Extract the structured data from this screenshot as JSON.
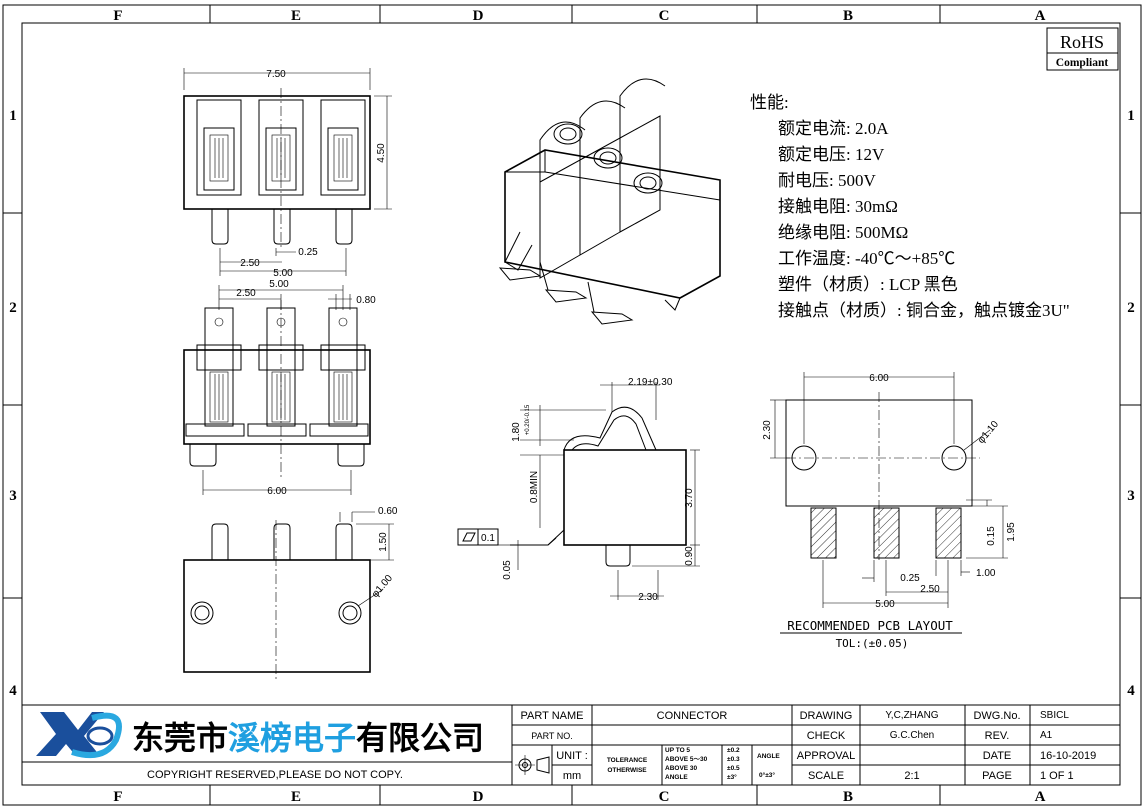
{
  "frame": {
    "columns": [
      "F",
      "E",
      "D",
      "C",
      "B",
      "A"
    ],
    "rows": [
      "1",
      "2",
      "3",
      "4"
    ]
  },
  "rohs": {
    "title": "RoHS",
    "subtitle": "Compliant"
  },
  "specs": {
    "heading": "性能:",
    "items": [
      "额定电流: 2.0A",
      "额定电压: 12V",
      "耐电压: 500V",
      "接触电阻: 30mΩ",
      "绝缘电阻: 500MΩ",
      "工作温度: -40℃～+85℃",
      "塑件（材质）: LCP 黑色",
      "接触点（材质）: 铜合金，触点镀金3U\""
    ]
  },
  "dims": {
    "top_width": "7.50",
    "top_height": "4.50",
    "pitch": "2.50",
    "gap": "0.25",
    "pin_span": "5.00",
    "front_span": "5.00",
    "front_pitch": "2.50",
    "front_pin": "0.80",
    "front_body": "6.00",
    "bottom_pin_w": "0.60",
    "bottom_pin_h": "1.50",
    "bottom_hole": "φ1.00",
    "side_offset": "2.19±0.30",
    "side_height_a": "1.80",
    "side_tol_a": "+0.20/-0.15",
    "side_min": "0.8MIN",
    "side_body_h": "3.70",
    "side_post_h": "0.90",
    "side_post_w": "2.30",
    "side_flat": "0.05",
    "flatness_val": "0.1",
    "pcb_width": "6.00",
    "pcb_hole_y": "2.30",
    "pcb_hole_d": "φ1.10",
    "pcb_pad_gap": "0.25",
    "pcb_pad_pitch": "2.50",
    "pcb_pad_w": "1.00",
    "pcb_pad_h": "1.95",
    "pcb_pad_off": "0.15",
    "pcb_span": "5.00"
  },
  "pcb_layout": {
    "title": "RECOMMENDED PCB LAYOUT",
    "tolerance": "TOL:(±0.05)"
  },
  "company": {
    "name_a": "东莞市",
    "name_b": "溪榜电子",
    "name_c": "有限公司",
    "copyright": "COPYRIGHT RESERVED,PLEASE DO NOT COPY."
  },
  "title_block": {
    "part_name_label": "PART NAME",
    "part_name": "CONNECTOR",
    "part_no_label": "PART NO.",
    "part_no": "",
    "unit_label": "UNIT :",
    "unit": "mm",
    "tolerance_label": "TOLERANCE",
    "otherwise_label": "OTHERWISE",
    "tol_rows": [
      {
        "range": "UP TO 5",
        "value": "±0.2"
      },
      {
        "range": "ABOVE 5～30",
        "value": "±0.3"
      },
      {
        "range": "ABOVE 30",
        "value": "±0.5"
      },
      {
        "range": "ANGLE",
        "value": "±3°"
      }
    ],
    "angle_label": "ANGLE",
    "angle_value": "0°±3°",
    "drawing_label": "DRAWING",
    "drawing": "Y,C,ZHANG",
    "check_label": "CHECK",
    "check": "G.C.Chen",
    "approval_label": "APPROVAL",
    "approval": "",
    "scale_label": "SCALE",
    "scale": "2:1",
    "dwg_label": "DWG.No.",
    "dwg": "SBICL",
    "rev_label": "REV.",
    "rev": "A1",
    "date_label": "DATE",
    "date": "16-10-2019",
    "page_label": "PAGE",
    "page": "1 OF 1"
  }
}
